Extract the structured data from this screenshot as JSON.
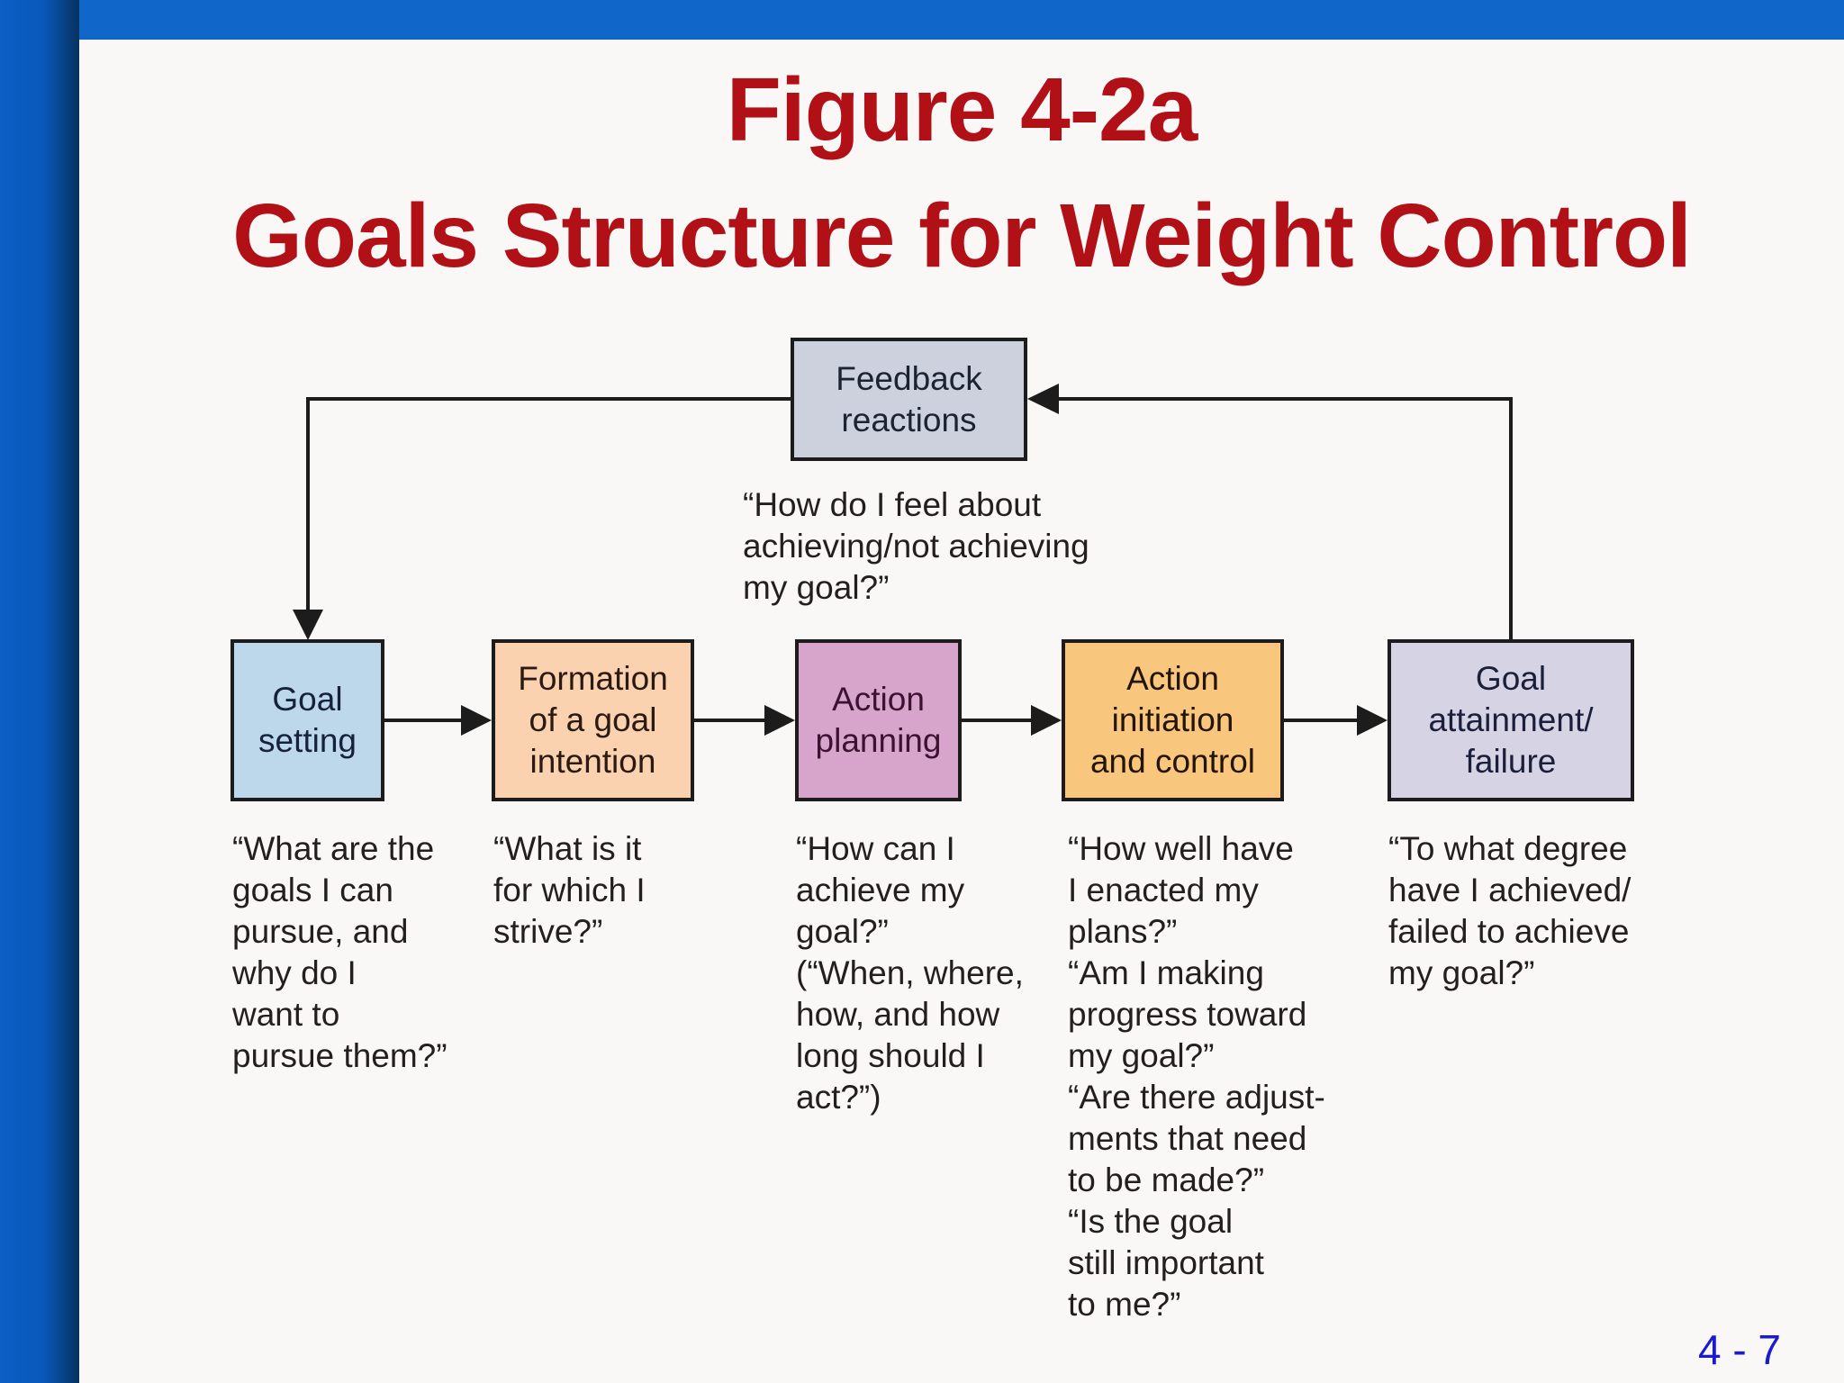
{
  "slide": {
    "title_line1": "Figure 4-2a",
    "title_line2": "Goals Structure for Weight Control",
    "page_number": "4 - 7"
  },
  "diagram": {
    "feedback": {
      "label": "Feedback\nreactions",
      "quote": "“How do I feel about\nachieving/not achieving\nmy goal?”"
    },
    "boxes": [
      {
        "id": "goal-setting",
        "label": "Goal\nsetting",
        "quote": "“What are the\ngoals I can\npursue, and\nwhy do I\nwant to\npursue them?”",
        "fill": "#bdd7eb"
      },
      {
        "id": "goal-intention",
        "label": "Formation\nof a goal\nintention",
        "quote": "“What is it\nfor which I\nstrive?”",
        "fill": "#fad2af"
      },
      {
        "id": "action-planning",
        "label": "Action\nplanning",
        "quote": "“How can I\nachieve my\ngoal?”\n(“When, where,\nhow, and how\nlong should I\nact?”)",
        "fill": "#d7a5cb"
      },
      {
        "id": "action-initiation",
        "label": "Action\ninitiation\nand control",
        "quote": "“How well have\nI enacted my\nplans?”\n“Am I making\nprogress toward\nmy goal?”\n“Are there adjust-\nments that need\nto be made?”\n“Is the goal\nstill important\nto me?”",
        "fill": "#f8c77d"
      },
      {
        "id": "goal-attainment",
        "label": "Goal\nattainment/\nfailure",
        "quote": "“To what degree\nhave I achieved/\nfailed to achieve\nmy goal?”",
        "fill": "#d5d3e4"
      }
    ]
  },
  "colors": {
    "title_red": "#b11116",
    "top_bar_blue": "#1166ca",
    "sidebar_blue_light": "#0b5ec6",
    "sidebar_blue_dark": "#06325f",
    "connector_black": "#1c1c1c",
    "feedback_box_fill": "#cdd1dd",
    "page_number_blue": "#1a1ad0"
  }
}
